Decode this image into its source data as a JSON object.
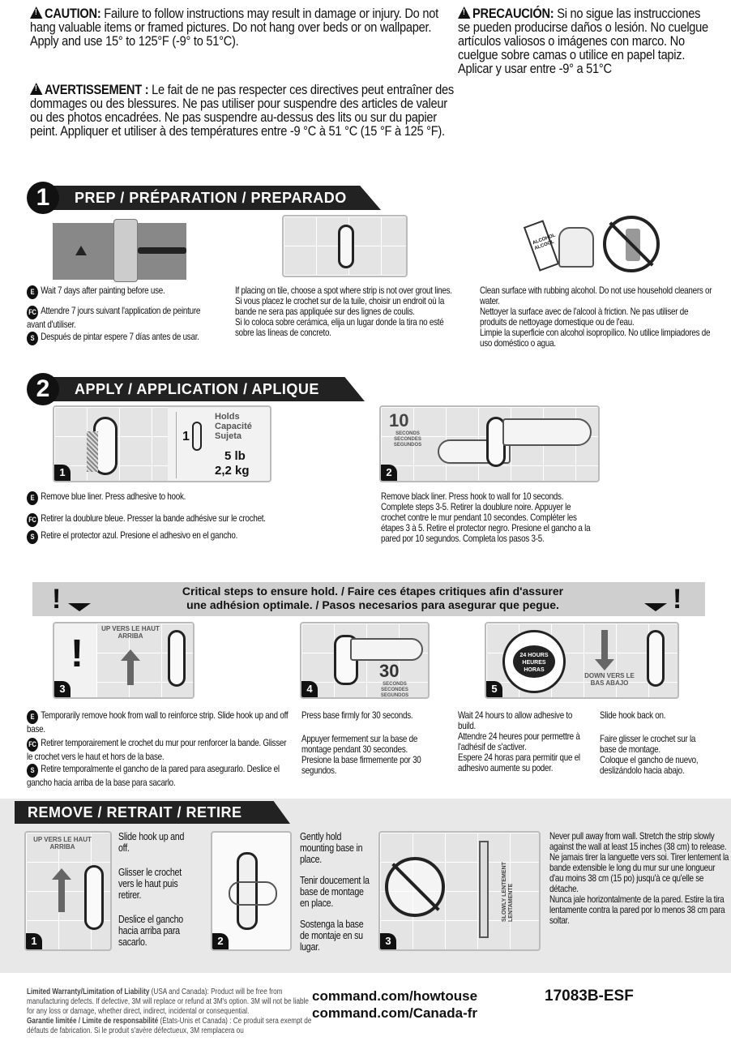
{
  "warnings": {
    "en_label": "CAUTION:",
    "en_text": "Failure to follow instructions may result in damage or injury. Do not hang valuable items or framed pictures. Do not hang over beds or on wallpaper. Apply and use 15° to 125°F (-9° to 51°C).",
    "fr_label": "AVERTISSEMENT :",
    "fr_text": "Le fait de ne pas respecter ces directives peut entraîner des dommages ou des blessures. Ne pas utiliser pour suspendre des articles de valeur ou des photos encadrées. Ne pas suspendre au-dessus des lits ou sur du papier peint. Appliquer et utiliser à des températures entre -9 °C à 51 °C (15 °F à 125 °F).",
    "es_label": "PRECAUCIÓN:",
    "es_text": "Si no sigue las instrucciones se pueden producirse daños o lesión. No cuelgue artículos valiosos o imágenes con marco. No cuelgue sobre camas o utilice en papel tapiz. Aplicar y usar entre -9° a 51°C"
  },
  "lang_badges": {
    "en": "E",
    "fc": "FC",
    "es": "S"
  },
  "section1": {
    "number": "1",
    "title": "PREP / PRÉPARATION / PREPARADO",
    "col1": {
      "en": "Wait 7 days after painting before use.",
      "fr": "Attendre 7 jours suivant l'application de peinture avant d'utiliser.",
      "es": "Después de pintar espere 7 días antes de usar."
    },
    "col2": {
      "en": "If placing on tile, choose a spot where strip is not over grout lines.",
      "fr": "Si vous placez le crochet sur de la tuile, choisir un endroit où la bande ne sera pas appliquée sur des lignes de coulis.",
      "es": "Si lo coloca sobre cerámica, elija un lugar donde la tira no esté sobre las líneas de concreto."
    },
    "col3": {
      "en": "Clean surface with rubbing alcohol. Do not use household cleaners or water.",
      "fr": "Nettoyer la surface avec de l'alcool à friction. Ne pas utiliser de produits de nettoyage domestique ou de l'eau.",
      "es": "Limpie la superficie con alcohol isopropílico. No utilice limpiadores de uso doméstico o agua."
    },
    "alcohol_label": "ALCOHOL ALCOOL"
  },
  "section2": {
    "number": "2",
    "title": "APPLY / APPLICATION / APLIQUE",
    "holds_label": "Holds Capacité Sujeta",
    "holds_lb": "5 lb",
    "holds_kg": "2,2 kg",
    "hook_count": "1",
    "seconds_value": "10",
    "seconds_label": "SECONDS SECONDES SEGUNDOS",
    "step1": {
      "num": "1",
      "en": "Remove blue liner. Press adhesive to hook.",
      "fr": "Retirer la doublure bleue. Presser la bande adhésive sur le crochet.",
      "es": "Retire el protector azul. Presione el adhesivo en el gancho."
    },
    "step2": {
      "num": "2",
      "text": "Remove black liner. Press hook to wall for 10 seconds. Complete steps 3-5. Retirer la doublure noire. Appuyer le crochet contre le mur pendant 10 secondes. Compléter les étapes 3 à 5. Retire el protector negro. Presione el gancho a la pared por 10 segundos. Completa los pasos 3-5."
    }
  },
  "critical": {
    "line1": "Critical steps to ensure hold. / Faire ces étapes critiques afin d'assurer",
    "line2": "une adhésion optimale. / Pasos necesarios para asegurar que pegue.",
    "mark": "!"
  },
  "steps345": {
    "up_label": "UP VERS LE HAUT ARRIBA",
    "seconds30": "30",
    "seconds30_label": "SECONDS SECONDES SEGUNDOS",
    "hours_label": "24 HOURS HEURES HORAS",
    "down_label": "DOWN VERS LE BAS ABAJO",
    "n3": "3",
    "n4": "4",
    "n5": "5",
    "s3": {
      "en": "Temporarily remove hook from wall to reinforce strip. Slide hook up and off base.",
      "fr": "Retirer temporairement le crochet du mur pour renforcer la bande. Glisser le crochet vers le haut et hors de la base.",
      "es": "Retire temporalmente el gancho de la pared para asegurarlo. Deslice el gancho hacia arriba de la base para sacarlo."
    },
    "s4": {
      "en": "Press base firmly for 30 seconds.",
      "fr": "Appuyer fermement sur la base de montage pendant 30 secondes.",
      "es": "Presione la base firmemente por 30 segundos."
    },
    "s5a": {
      "en": "Wait 24 hours to allow adhesive to build.",
      "fr": "Attendre 24 heures pour permettre à l'adhésif de s'activer.",
      "es": "Espere 24 horas para permitir que el adhesivo aumente su poder."
    },
    "s5b": {
      "en": "Slide hook back on.",
      "fr": "Faire glisser le crochet sur la base de montage.",
      "es": "Coloque el gancho de nuevo, deslizándolo hacia abajo."
    }
  },
  "remove": {
    "title": "REMOVE / RETRAIT / RETIRE",
    "up_label": "UP VERS LE HAUT ARRIBA",
    "slowly_label": "SLOWLY LENTEMENT LENTAMENTE",
    "r1": {
      "num": "1",
      "en": "Slide hook up and off.",
      "fr": "Glisser le crochet vers le haut puis retirer.",
      "es": "Deslice el gancho hacia arriba para sacarlo."
    },
    "r2": {
      "num": "2",
      "en": "Gently hold mounting base in place.",
      "fr": "Tenir doucement la base de montage en place.",
      "es": "Sostenga la base de montaje en su lugar."
    },
    "r3": {
      "num": "3",
      "en": "Never pull away from wall. Stretch the strip slowly against the wall at least 15 inches (38 cm) to release.",
      "fr": "Ne jamais tirer la languette vers soi. Tirer lentement la bande extensible le long du mur sur une longueur d'au moins 38 cm (15 po) jusqu'à ce qu'elle se détache.",
      "es": "Nunca jale horizontalmente de la pared. Estire la tira lentamente contra la pared por lo menos 38 cm para soltar."
    }
  },
  "footer": {
    "warranty_title": "Limited Warranty/Limitation of Liability",
    "warranty_text": "(USA and Canada): Product will be free from manufacturing defects. If defective, 3M will replace or refund at 3M's option. 3M will not be liable for any loss or damage, whether direct, indirect, incidental or consequential.",
    "garantie_title": "Garantie limitée / Limite de responsabilité",
    "garantie_text": "(États-Unis et Canada) : Ce produit sera exempt de défauts de fabrication. Si le produit s'avère défectueux, 3M remplacera ou",
    "url1": "command.com/howtouse",
    "url2": "command.com/Canada-fr",
    "code": "17083B-ESF"
  }
}
